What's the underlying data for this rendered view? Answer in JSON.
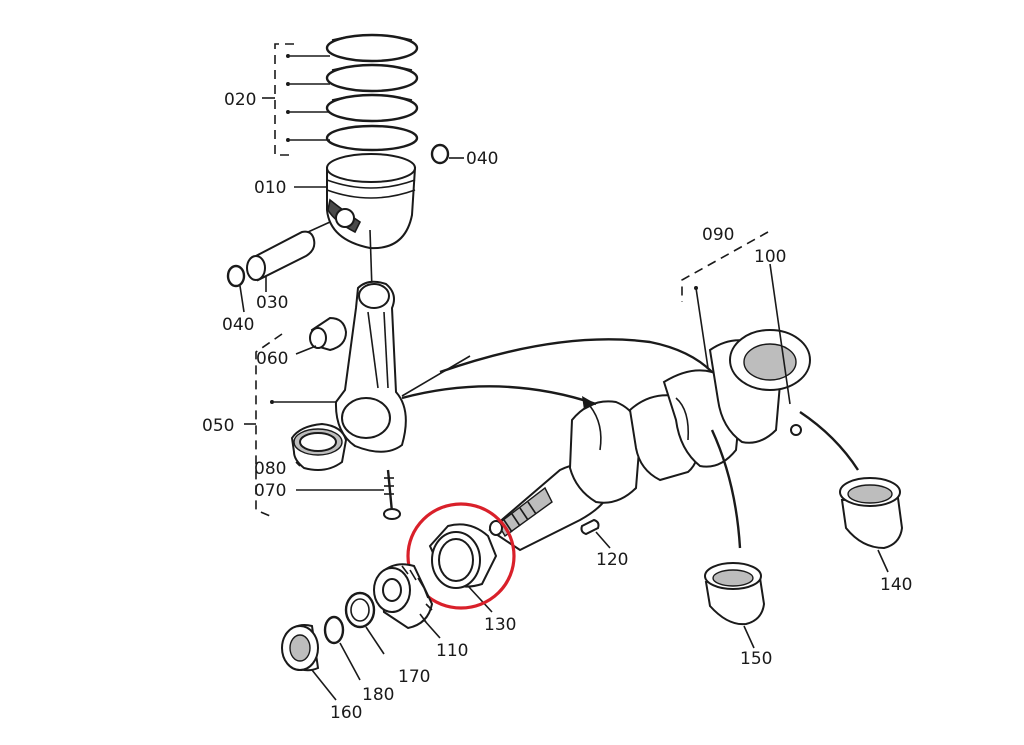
{
  "parts": {
    "p010": "010",
    "p020": "020",
    "p030": "030",
    "p040a": "040",
    "p040b": "040",
    "p050": "050",
    "p060": "060",
    "p070": "070",
    "p080": "080",
    "p090": "090",
    "p100": "100",
    "p110": "110",
    "p120": "120",
    "p130": "130",
    "p140": "140",
    "p150": "150",
    "p160": "160",
    "p170": "170",
    "p180": "180"
  },
  "highlight": {
    "color": "#d9202a",
    "target": "130"
  }
}
